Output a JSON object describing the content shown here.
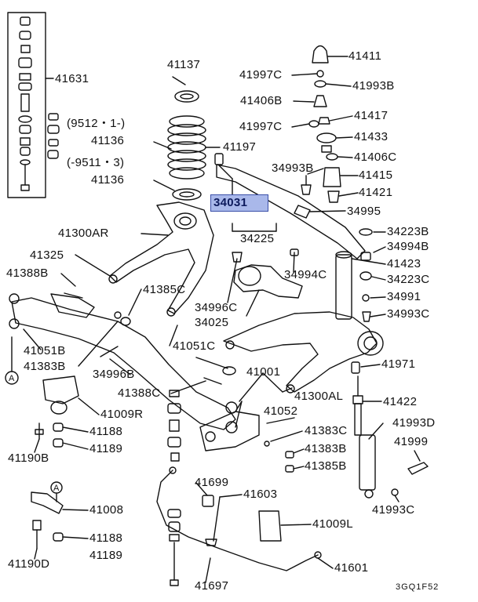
{
  "diagram": {
    "highlight_part": "34031",
    "footer_code": "3GQ1F52",
    "ref_marker": "A",
    "labels": {
      "p41631": "41631",
      "p41137": "41137",
      "p9512": "(9512・1-)",
      "p41136a": "41136",
      "p41197": "41197",
      "p9511": "(-9511・3)",
      "p41136b": "41136",
      "p41300AR": "41300AR",
      "p41325": "41325",
      "p41388B": "41388B",
      "p41385C": "41385C",
      "p41051B": "41051B",
      "p41383B_a": "41383B",
      "p34996B": "34996B",
      "p41051C": "41051C",
      "p41388C": "41388C",
      "p41009R": "41009R",
      "p41188a": "41188",
      "p41189a": "41189",
      "p41190B": "41190B",
      "p41008": "41008",
      "p41188b": "41188",
      "p41189b": "41189",
      "p41190D": "41190D",
      "p41699": "41699",
      "p41603": "41603",
      "p41697": "41697",
      "p41601": "41601",
      "p41009L": "41009L",
      "p41001": "41001",
      "p41052": "41052",
      "p41383C": "41383C",
      "p41383B_b": "41383B",
      "p41385B": "41385B",
      "p41300AL": "41300AL",
      "p41971": "41971",
      "p41422": "41422",
      "p41993D": "41993D",
      "p41999": "41999",
      "p41993C": "41993C",
      "p34225": "34225",
      "p34996C": "34996C",
      "p34025": "34025",
      "p34994C": "34994C",
      "p41411": "41411",
      "p41997C_a": "41997C",
      "p41993B": "41993B",
      "p41406B": "41406B",
      "p41417": "41417",
      "p41997C_b": "41997C",
      "p41433": "41433",
      "p41406C": "41406C",
      "p34993B": "34993B",
      "p41415": "41415",
      "p41421": "41421",
      "p34995": "34995",
      "p34223B": "34223B",
      "p34994B": "34994B",
      "p41423": "41423",
      "p34223C": "34223C",
      "p34991": "34991",
      "p34993C": "34993C"
    }
  }
}
